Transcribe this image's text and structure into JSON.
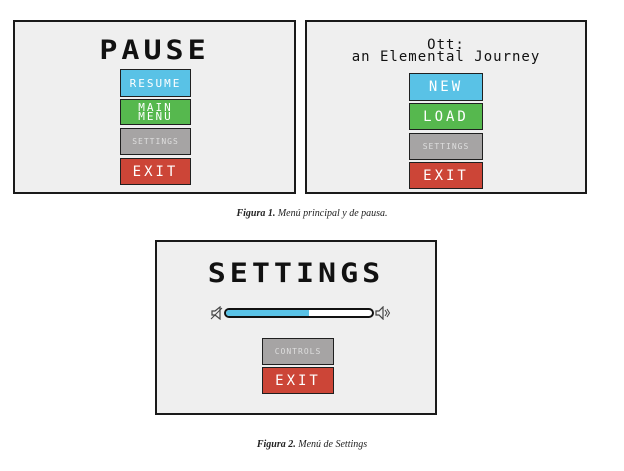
{
  "pause_menu": {
    "title": "PAUSE",
    "resume_label": "RESUME",
    "main_menu_label": "MAIN\nMENU",
    "settings_label": "SETTINGS",
    "exit_label": "EXIT"
  },
  "main_menu": {
    "title_line1": "Ott:",
    "title_line2": "an Elemental Journey",
    "new_label": "NEW",
    "load_label": "LOAD",
    "settings_label": "SETTINGS",
    "exit_label": "EXIT"
  },
  "settings_menu": {
    "title": "SETTINGS",
    "volume_level": 0.57,
    "controls_label": "CONTROLS",
    "exit_label": "EXIT"
  },
  "captions": {
    "figure1_label": "Figura 1.",
    "figure1_text": " Menú principal y de pausa.",
    "figure2_label": "Figura 2.",
    "figure2_text": " Menú de Settings"
  },
  "colors": {
    "blue": "#59c2e6",
    "green": "#56b84e",
    "gray": "#a6a4a4",
    "red": "#cc4537",
    "panel_bg": "#efefef"
  },
  "icons": {
    "volume_low": "speaker-low-icon",
    "volume_high": "speaker-high-icon"
  }
}
